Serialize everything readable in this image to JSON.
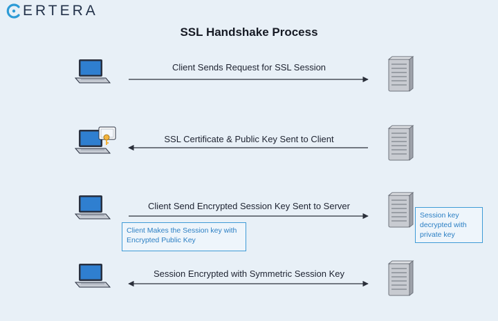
{
  "brand": {
    "name": "ERTERA",
    "logo_letter": "C"
  },
  "title": "SSL Handshake Process",
  "steps": [
    {
      "label": "Client Sends Request for SSL Session",
      "direction": "right"
    },
    {
      "label": "SSL Certificate & Public Key Sent to Client",
      "direction": "left"
    },
    {
      "label": "Client Send Encrypted Session Key Sent to Server",
      "direction": "right"
    },
    {
      "label": "Session Encrypted with Symmetric Session Key",
      "direction": "both"
    }
  ],
  "notes": {
    "client": "Client Makes the Session key with Encrypted Public Key",
    "server": "Session key decrypted with private key"
  },
  "colors": {
    "background": "#e8f0f7",
    "accent": "#3d9ad6",
    "laptop_screen": "#2f7fd0",
    "server": "#b9bcc2"
  },
  "icons": [
    "laptop-icon",
    "server-icon",
    "certificate-key-icon"
  ]
}
